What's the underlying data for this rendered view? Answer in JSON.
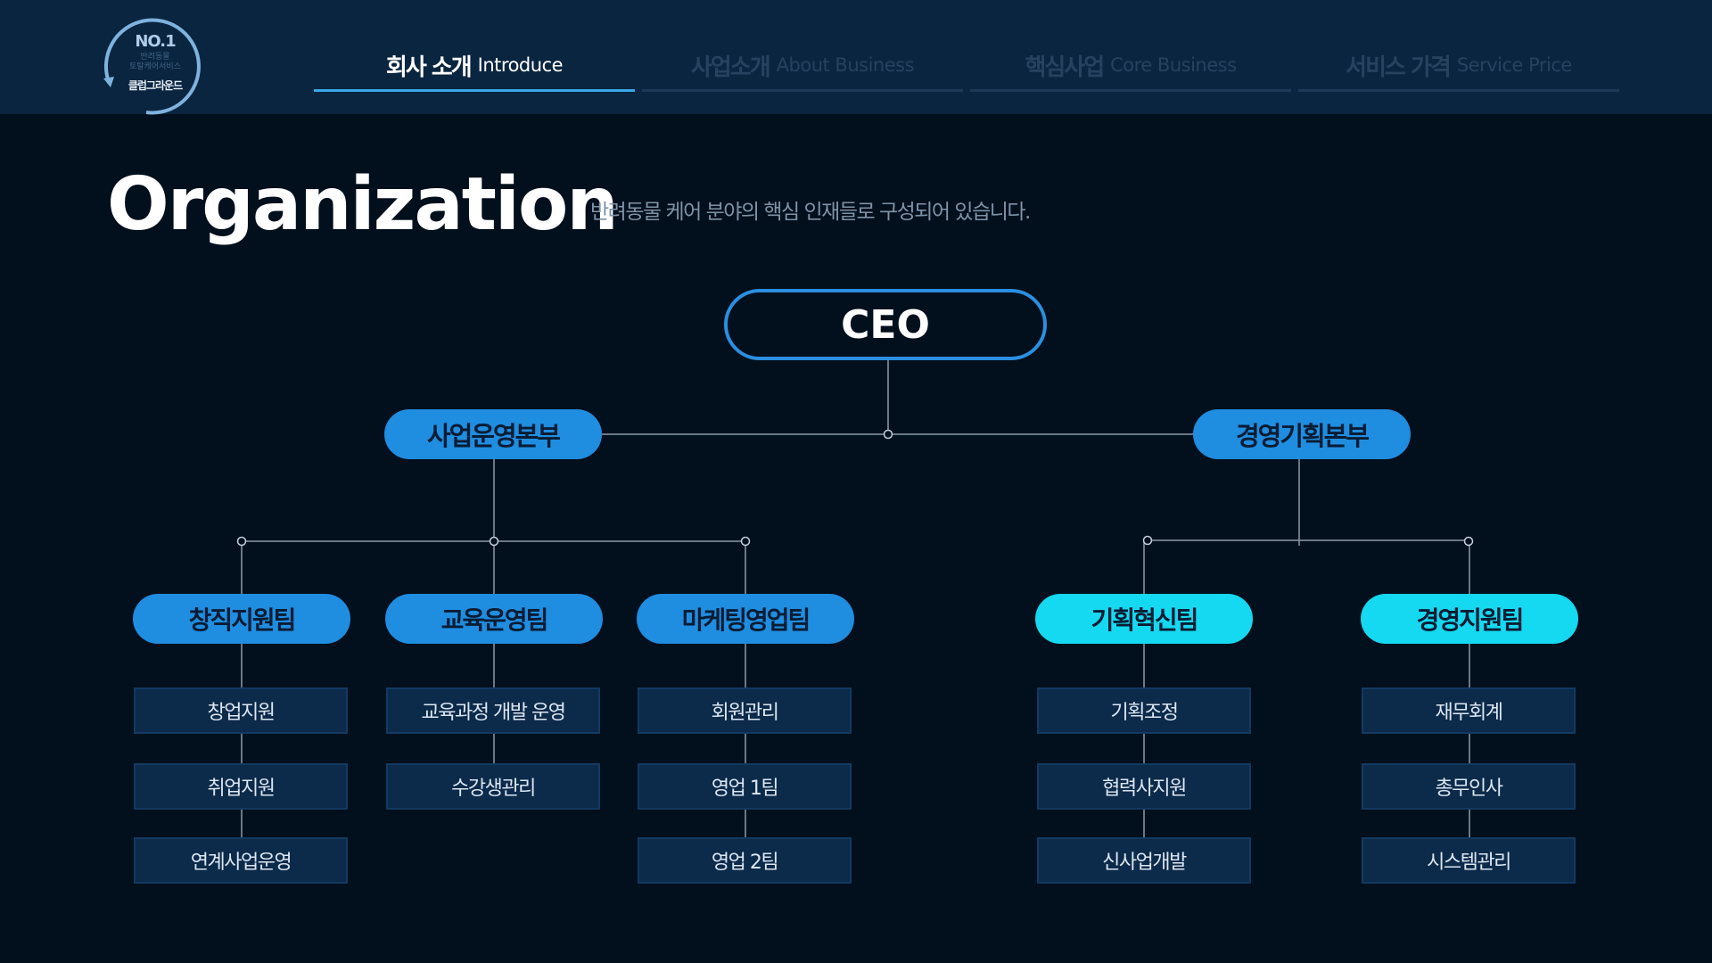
{
  "logo": {
    "badge": "NO.1",
    "tagline_1": "반려동물",
    "tagline_2": "토탈케어서비스",
    "brand": "클럽그라운드"
  },
  "nav": [
    {
      "ko": "회사 소개",
      "en": "Introduce",
      "active": true
    },
    {
      "ko": "사업소개",
      "en": "About Business",
      "active": false
    },
    {
      "ko": "핵심사업",
      "en": "Core Business",
      "active": false
    },
    {
      "ko": "서비스 가격",
      "en": "Service Price",
      "active": false
    }
  ],
  "page": {
    "title": "Organization",
    "subtitle": "반려동물 케어 분야의 핵심 인재들로 구성되어 있습니다."
  },
  "org": {
    "ceo": "CEO",
    "divisions": [
      {
        "name": "사업운영본부",
        "teams": [
          {
            "name": "창직지원팀",
            "items": [
              "창업지원",
              "취업지원",
              "연계사업운영"
            ]
          },
          {
            "name": "교육운영팀",
            "items": [
              "교육과정 개발 운영",
              "수강생관리"
            ]
          },
          {
            "name": "마케팅영업팀",
            "items": [
              "회원관리",
              "영업 1팀",
              "영업 2팀"
            ]
          }
        ]
      },
      {
        "name": "경영기획본부",
        "teams": [
          {
            "name": "기획혁신팀",
            "items": [
              "기획조정",
              "협력사지원",
              "신사업개발"
            ]
          },
          {
            "name": "경영지원팀",
            "items": [
              "재무회계",
              "총무인사",
              "시스템관리"
            ]
          }
        ]
      }
    ]
  },
  "colors": {
    "background": "#020f1c",
    "topbar": "#0a2540",
    "accent_blue": "#1f8de0",
    "accent_cyan": "#14d9f0",
    "item_box": "#0c2a4a"
  }
}
